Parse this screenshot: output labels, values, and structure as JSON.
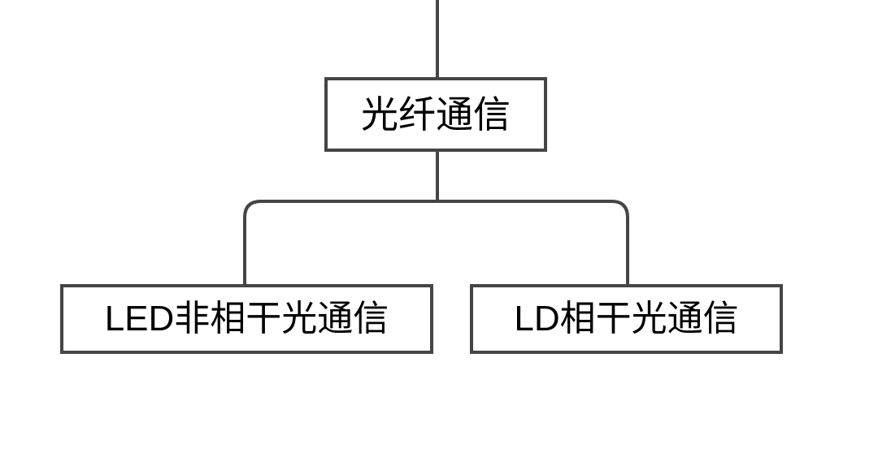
{
  "diagram": {
    "type": "tree",
    "orientation": "top-down",
    "background_color": "#ffffff",
    "line_color": "#454545",
    "text_color": "#000000",
    "nodes": [
      {
        "id": "root",
        "label": "光纤通信",
        "level": 1,
        "shape": "rectangle"
      },
      {
        "id": "led",
        "label": "LED非相干光通信",
        "level": 2,
        "shape": "rectangle"
      },
      {
        "id": "ld",
        "label": "LD相干光通信",
        "level": 2,
        "shape": "rectangle"
      }
    ],
    "edges": [
      {
        "id": "edge-top-stub",
        "from": "",
        "to": "root",
        "style": "straight"
      },
      {
        "id": "edge-root-led",
        "from": "root",
        "to": "led",
        "style": "elbow-rounded"
      },
      {
        "id": "edge-root-ld",
        "from": "root",
        "to": "ld",
        "style": "elbow-rounded"
      }
    ]
  }
}
